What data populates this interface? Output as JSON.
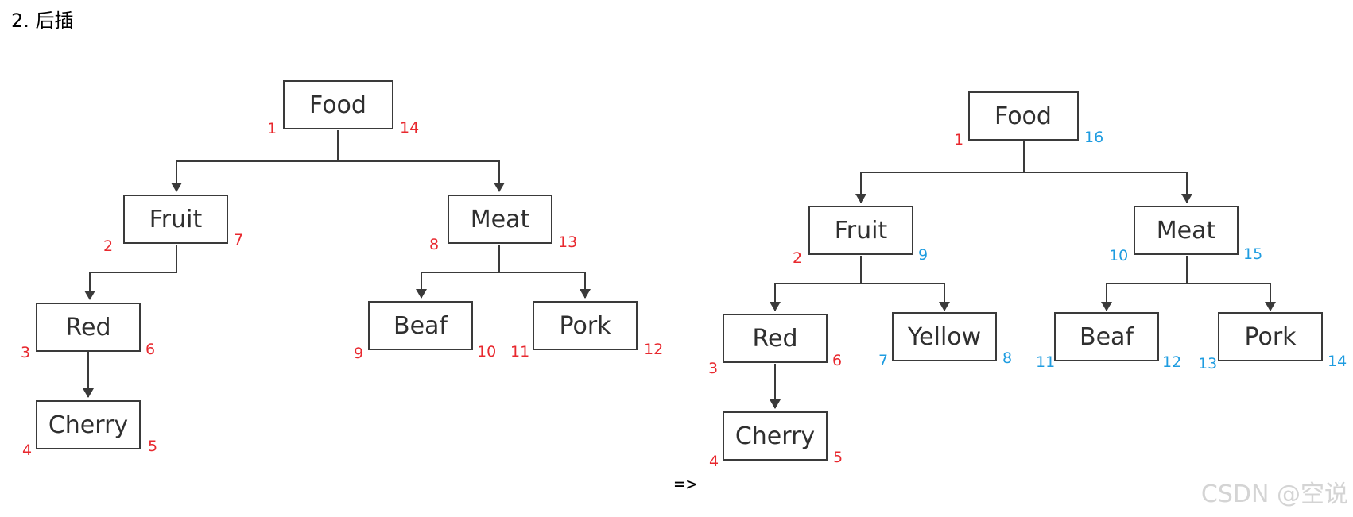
{
  "heading": "2. 后插",
  "arrow_text": "=>",
  "watermark": "CSDN @空说",
  "colors": {
    "red": "#e8282e",
    "blue": "#1e9ce0"
  },
  "before": {
    "nodes": [
      {
        "id": "food",
        "label": "Food",
        "left": "1",
        "right": "14"
      },
      {
        "id": "fruit",
        "label": "Fruit",
        "left": "2",
        "right": "7"
      },
      {
        "id": "meat",
        "label": "Meat",
        "left": "8",
        "right": "13"
      },
      {
        "id": "red",
        "label": "Red",
        "left": "3",
        "right": "6"
      },
      {
        "id": "beaf",
        "label": "Beaf",
        "left": "9",
        "right": "10"
      },
      {
        "id": "pork",
        "label": "Pork",
        "left": "11",
        "right": "12"
      },
      {
        "id": "cherry",
        "label": "Cherry",
        "left": "4",
        "right": "5"
      }
    ]
  },
  "after": {
    "nodes": [
      {
        "id": "food",
        "label": "Food",
        "left": "1",
        "right": "16",
        "left_color": "red",
        "right_color": "blue"
      },
      {
        "id": "fruit",
        "label": "Fruit",
        "left": "2",
        "right": "9",
        "left_color": "red",
        "right_color": "blue"
      },
      {
        "id": "meat",
        "label": "Meat",
        "left": "10",
        "right": "15",
        "left_color": "blue",
        "right_color": "blue"
      },
      {
        "id": "red",
        "label": "Red",
        "left": "3",
        "right": "6",
        "left_color": "red",
        "right_color": "red"
      },
      {
        "id": "yellow",
        "label": "Yellow",
        "left": "7",
        "right": "8",
        "left_color": "blue",
        "right_color": "blue"
      },
      {
        "id": "beaf",
        "label": "Beaf",
        "left": "11",
        "right": "12",
        "left_color": "blue",
        "right_color": "blue"
      },
      {
        "id": "pork",
        "label": "Pork",
        "left": "13",
        "right": "14",
        "left_color": "blue",
        "right_color": "blue"
      },
      {
        "id": "cherry",
        "label": "Cherry",
        "left": "4",
        "right": "5",
        "left_color": "red",
        "right_color": "red"
      }
    ]
  }
}
